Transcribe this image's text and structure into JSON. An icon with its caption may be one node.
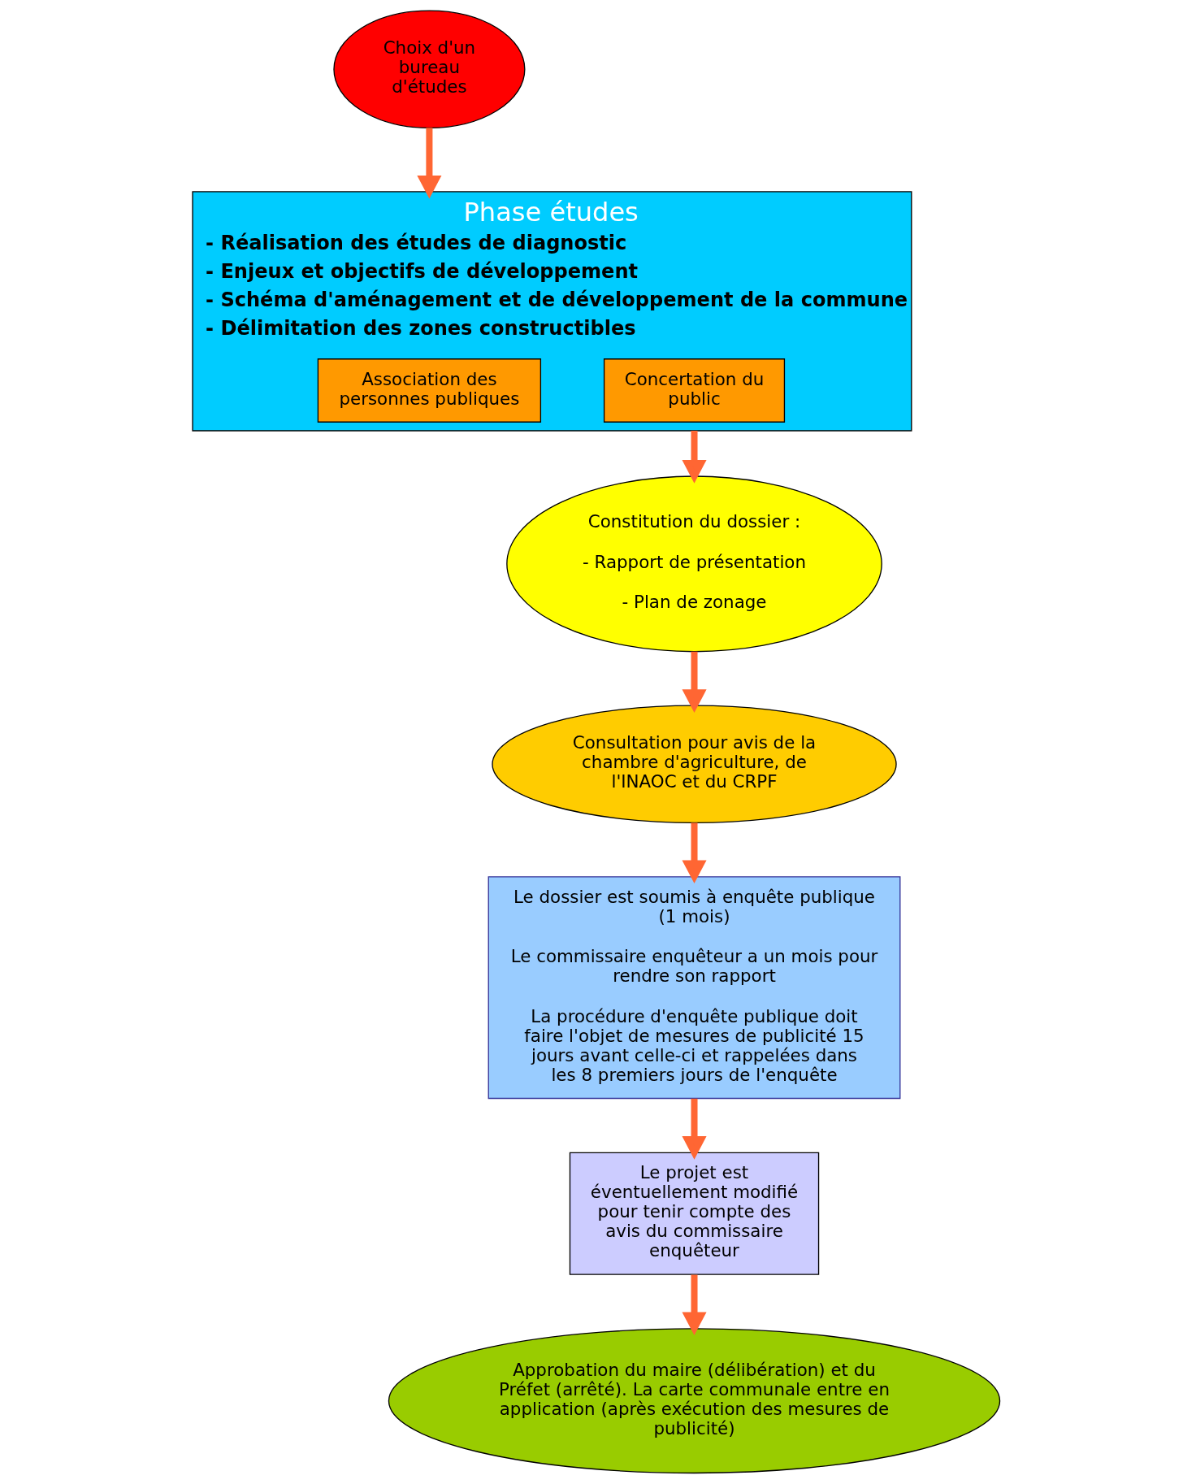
{
  "diagram": {
    "nodes": [
      {
        "text": [
          "Choix d'un bureau d'études"
        ]
      },
      {
        "text": [
          "Phase études",
          "- Réalisation des études de diagnostic",
          "- Enjeux et objectifs de développement",
          "- Schéma d'aménagement et de développement de la commune",
          "- Délimitation des zones constructibles"
        ]
      },
      {
        "text": [
          "Association des personnes publiques"
        ],
        "in": 1
      },
      {
        "text": [
          "Concertation du public"
        ],
        "in": 1
      },
      {
        "text": [
          "Constitution du dossier :",
          "- Rapport de présentation",
          "- Plan de zonage"
        ]
      },
      {
        "text": [
          "Consultation pour avis de la chambre d'agriculture, de l'INAOC et du CRPF"
        ]
      },
      {
        "text": [
          "Le dossier est soumis à enquête publique (1 mois)",
          "Le commissaire enquêteur a un mois pour rendre son rapport",
          "La procédure d'enquête publique doit faire l'objet de mesures de publicité 15 jours avant celle-ci et rappelées dans les 8 premiers jours de l'enquête"
        ]
      },
      {
        "text": [
          "Le projet est éventuellement modifié pour tenir compte des avis du commissaire enquêteur"
        ]
      },
      {
        "text": [
          "Approbation du maire (délibération) et du Préfet (arrêté). La carte communale entre en application (après exécution des mesures de publicité)"
        ]
      }
    ],
    "edges": [
      {
        "from": 0,
        "to": 1,
        "arrow": "to"
      },
      {
        "from": 1,
        "to": 4,
        "arrow": "to"
      },
      {
        "from": 4,
        "to": 5,
        "arrow": "to"
      },
      {
        "from": 5,
        "to": 6,
        "arrow": "to"
      },
      {
        "from": 6,
        "to": 7,
        "arrow": "to"
      },
      {
        "from": 7,
        "to": 8,
        "arrow": "to"
      }
    ]
  }
}
